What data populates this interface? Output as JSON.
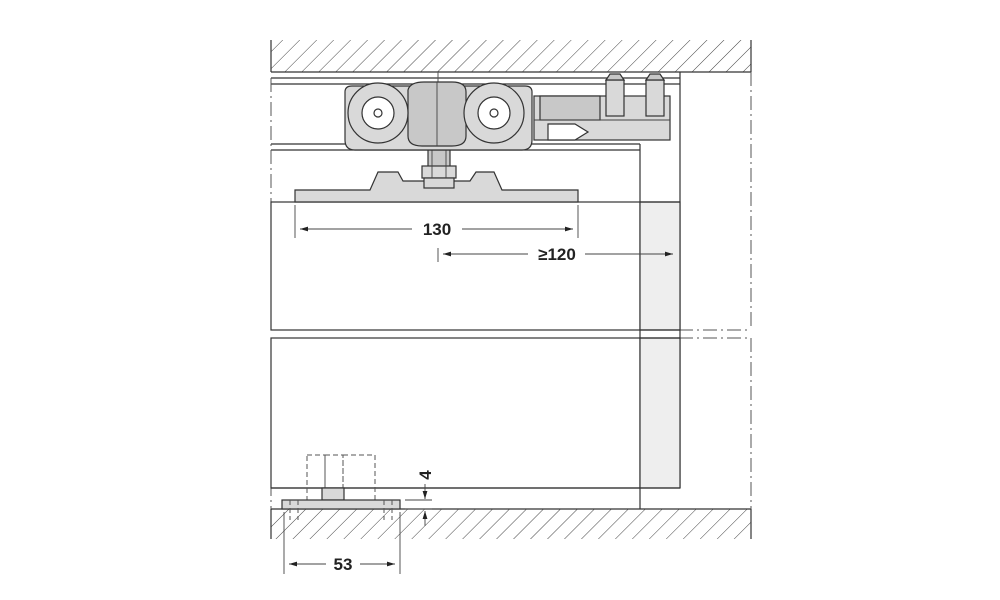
{
  "dimensions": {
    "roller_width": "130",
    "min_distance": "≥120",
    "guide_depth": "4",
    "guide_width": "53"
  },
  "colors": {
    "line": "#333333",
    "part_fill": "#d9d9d9",
    "panel_fill": "#eeeeee",
    "background": "#ffffff"
  }
}
